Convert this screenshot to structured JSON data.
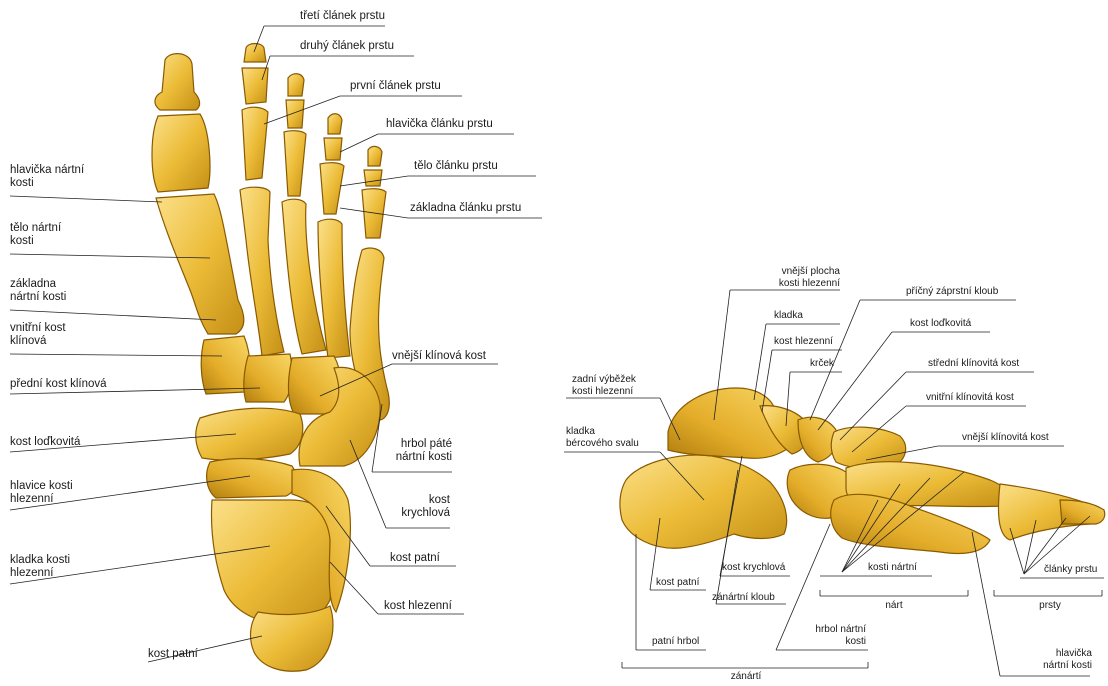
{
  "left_view": {
    "labels": {
      "treti_clanek": "třetí článek prstu",
      "druhy_clanek": "druhý článek prstu",
      "prvni_clanek": "první článek prstu",
      "hlavicka_clanku": "hlavička článku prstu",
      "telo_clanku": "tělo článku prstu",
      "zakladna_clanku": "základna článku prstu",
      "hlavicka_nartni_1": "hlavička nártní",
      "hlavicka_nartni_2": "kosti",
      "telo_nartni_1": "tělo nártní",
      "telo_nartni_2": "kosti",
      "zakladna_nartni_1": "základna",
      "zakladna_nartni_2": "nártní kosti",
      "vnitrni_klinova_1": "vnitřní kost",
      "vnitrni_klinova_2": "klínová",
      "predni_klinova": "přední kost klínová",
      "lodkovita": "kost loďkovitá",
      "hlavice_hlezenni_1": "hlavice kosti",
      "hlavice_hlezenni_2": "hlezenní",
      "kladka_hlezenni_1": "kladka kosti",
      "kladka_hlezenni_2": "hlezenní",
      "patni_bottom": "kost patní",
      "vnejsi_klinova": "vnější klínová kost",
      "hrbol_pate_1": "hrbol páté",
      "hrbol_pate_2": "nártní kosti",
      "krychlova_1": "kost",
      "krychlova_2": "krychlová",
      "patni_right": "kost patní",
      "hlezenni_right": "kost hlezenní"
    }
  },
  "right_view": {
    "labels": {
      "vnejsi_plocha_1": "vnější plocha",
      "vnejsi_plocha_2": "kosti hlezenní",
      "pricny_kloub": "příčný záprstní kloub",
      "kladka": "kladka",
      "lodkovita": "kost loďkovitá",
      "hlezenni": "kost hlezenní",
      "krcek": "krček",
      "stredni_klinova": "střední klínovitá kost",
      "zadni_vybezek_1": "zadní výběžek",
      "zadni_vybezek_2": "kosti hlezenní",
      "vnitrni_klinovita": "vnitřní klínovitá kost",
      "kladka_svalu_1": "kladka",
      "kladka_svalu_2": "bércového svalu",
      "vnejsi_klinovita": "vnější klínovitá kost",
      "kost_patni": "kost patní",
      "kost_krychlova": "kost krychlová",
      "kosti_nartni": "kosti nártní",
      "clanky_prstu": "články prstu",
      "zanartni_kloub": "zánártní kloub",
      "nart": "nárt",
      "prsty": "prsty",
      "patni_hrbol": "patní hrbol",
      "hrbol_nartni_1": "hrbol nártní",
      "hrbol_nartni_2": "kosti",
      "hlavicka_nartni_1": "hlavička",
      "hlavicka_nartni_2": "nártní kosti",
      "zanarti": "zánártí"
    }
  },
  "colors": {
    "bone_light": "#f7d56a",
    "bone_mid": "#e9b52e",
    "bone_dark": "#b98410",
    "outline": "#8a5a00",
    "text": "#1a1a1a"
  }
}
